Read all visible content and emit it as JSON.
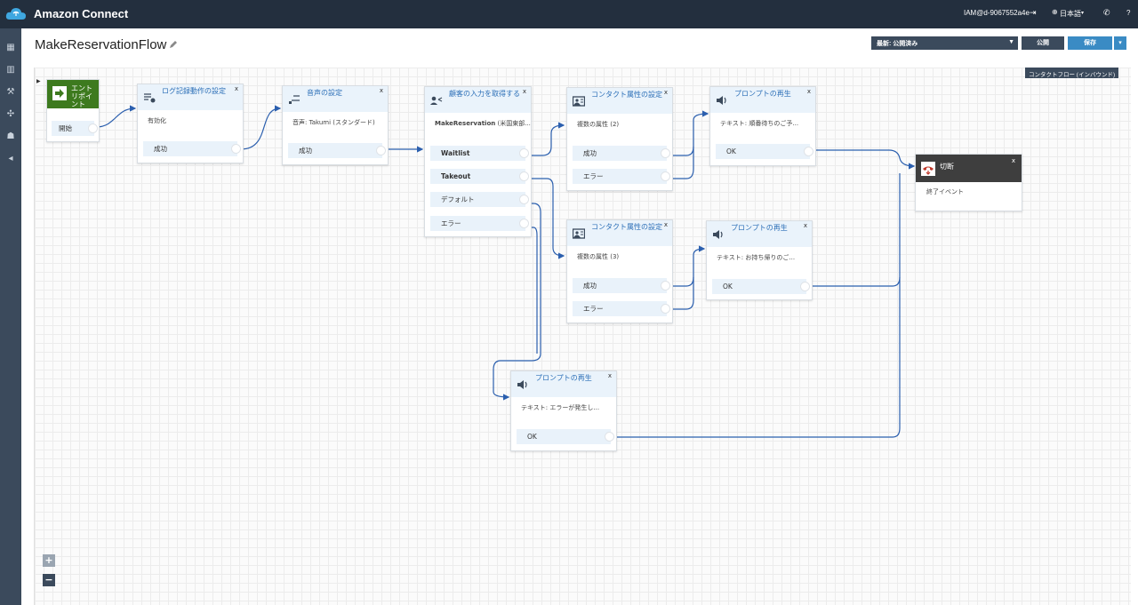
{
  "app": {
    "title": "Amazon Connect"
  },
  "topbar": {
    "user": "IAM@d-9067552a4e",
    "language": "日本語",
    "help": "?"
  },
  "flow": {
    "name": "MakeReservationFlow",
    "status_select": "最新: 公開済み",
    "publish_label": "公開",
    "save_label": "保存",
    "flow_type": "コンタクトフロー (インバウンド)"
  },
  "blocks": {
    "entry": {
      "title": "エントリポイント",
      "port": "開始"
    },
    "logging": {
      "title": "ログ記録動作の設定",
      "desc": "有効化",
      "ports": [
        "成功"
      ]
    },
    "voice": {
      "title": "音声の設定",
      "desc_label": "音声: ",
      "desc_value": "Takumi (スタンダード)",
      "ports": [
        "成功"
      ]
    },
    "input": {
      "title": "顧客の入力を取得する",
      "desc_label": "MakeReservation",
      "desc_value": " (米国東部...",
      "ports": [
        "Waitlist",
        "Takeout",
        "デフォルト",
        "エラー"
      ]
    },
    "attr1": {
      "title": "コンタクト属性の設定",
      "desc_label": "複数の属性 ",
      "desc_value": "(2)",
      "ports": [
        "成功",
        "エラー"
      ]
    },
    "prompt1": {
      "title": "プロンプトの再生",
      "desc": "テキスト: 順番待ちのご予...",
      "ports": [
        "OK"
      ]
    },
    "attr2": {
      "title": "コンタクト属性の設定",
      "desc_label": "複数の属性 ",
      "desc_value": "(3)",
      "ports": [
        "成功",
        "エラー"
      ]
    },
    "prompt2": {
      "title": "プロンプトの再生",
      "desc": "テキスト: お持ち帰りのご...",
      "ports": [
        "OK"
      ]
    },
    "prompt3": {
      "title": "プロンプトの再生",
      "desc": "テキスト: エラーが発生し...",
      "ports": [
        "OK"
      ]
    },
    "disconnect": {
      "title": "切断",
      "desc": "終了イベント"
    }
  },
  "close_label": "x",
  "zoom": {
    "in": "+",
    "out": "−"
  },
  "colors": {
    "topbar": "#232f3e",
    "sidebar": "#3b4a5c",
    "accent": "#3a8bc4",
    "wire": "#2b5fae",
    "entry": "#3d7a1e"
  }
}
